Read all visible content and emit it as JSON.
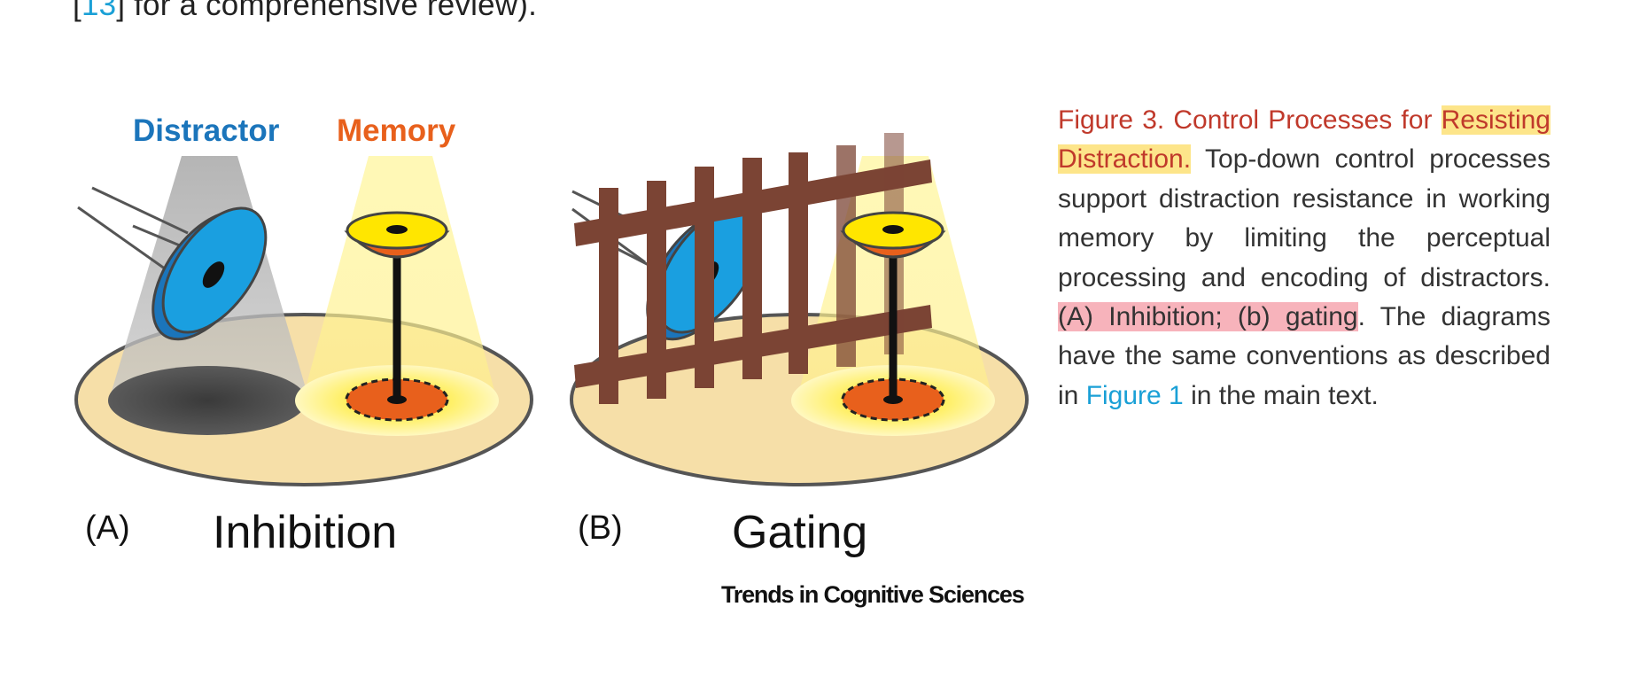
{
  "top_text": {
    "prefix": "[",
    "cite": "13",
    "suffix": "] for a comprehensive review)."
  },
  "figure": {
    "labels": {
      "distractor": "Distractor",
      "memory": "Memory"
    },
    "panel_a": {
      "letter": "(A)",
      "title": "Inhibition"
    },
    "panel_b": {
      "letter": "(B)",
      "title": "Gating"
    },
    "source": "Trends in Cognitive Sciences",
    "colors": {
      "distractor_blue": "#1b75bb",
      "memory_orange": "#e8601c",
      "ground": "#f6dfa8",
      "gate_brown": "#7b4434"
    }
  },
  "caption": {
    "title_part1": "Figure 3. Control Processes for",
    "title_part2": "Resisting Distraction.",
    "body1": " Top-down control processes support distraction resistance in working memory by limiting the perceptual processing and encoding of distractors. ",
    "highlight": "(A) Inhibition; (b) gating",
    "body2": ". The diagrams have the same conventions as described in ",
    "link": "Figure 1",
    "body3": " in the main text."
  }
}
